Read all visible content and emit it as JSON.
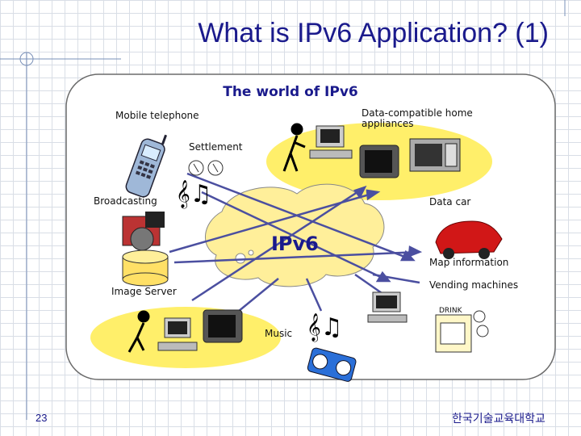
{
  "slide": {
    "title": "What is IPv6 Application? (1)",
    "page_number": "23",
    "institution": "한국기술교육대학교"
  },
  "diagram": {
    "heading": "The world of IPv6",
    "center_label": "IPv6",
    "labels": {
      "mobile_telephone": "Mobile telephone",
      "data_home": "Data-compatible home\nappliances",
      "settlement": "Settlement",
      "broadcasting": "Broadcasting",
      "data_car": "Data car",
      "map_information": "Map information",
      "image_server": "Image Server",
      "vending_machines": "Vending machines",
      "drink": "DRINK",
      "music": "Music"
    }
  },
  "colors": {
    "title": "#1a1a8c",
    "panel_border": "#6b6b6b",
    "cloud": "#ffef9a",
    "island": "#ffef6a",
    "arrows": "#4b4fa0",
    "car": "#d11717"
  }
}
